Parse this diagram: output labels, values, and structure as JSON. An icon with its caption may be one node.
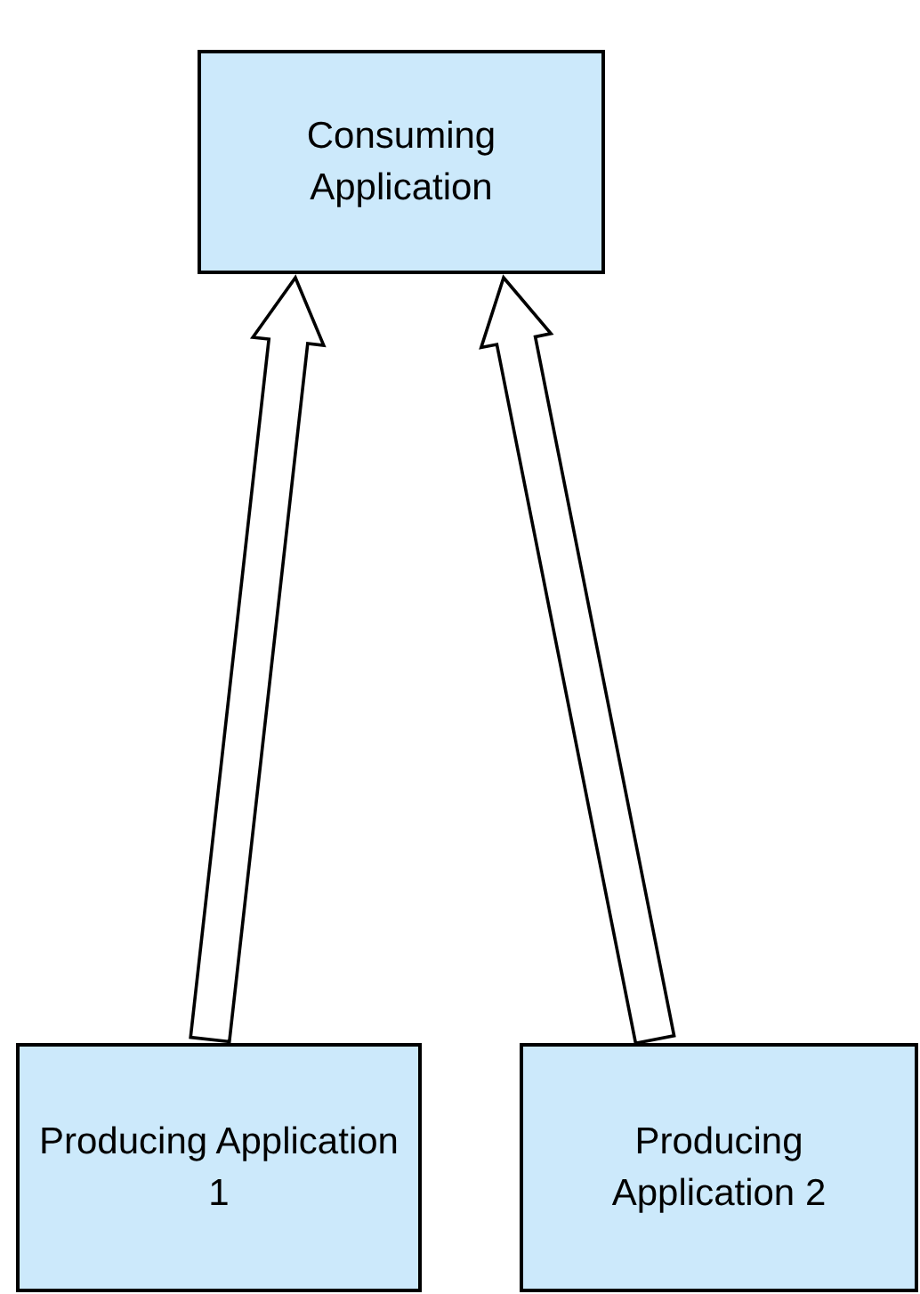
{
  "diagram": {
    "nodes": [
      {
        "text": [
          "Consuming Application"
        ]
      },
      {
        "text": [
          "Producing Application 1"
        ]
      },
      {
        "text": [
          "Producing Application 2"
        ]
      }
    ],
    "edges": [
      {
        "from": 1,
        "to": 0,
        "arrow": "to"
      },
      {
        "from": 2,
        "to": 0,
        "arrow": "to"
      }
    ]
  }
}
